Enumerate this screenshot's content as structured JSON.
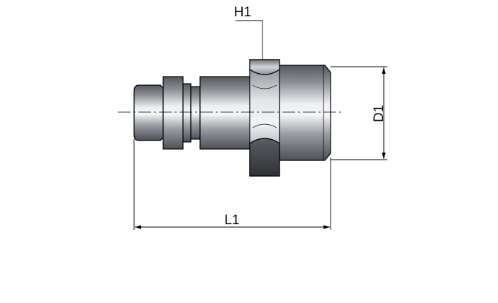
{
  "labels": {
    "h1": "H1",
    "l1": "L1",
    "d1": "D1"
  },
  "colors": {
    "outline": "#000000",
    "metal_dark": "#5e6166",
    "metal_light": "#f2f3f5",
    "background": "#ffffff"
  }
}
